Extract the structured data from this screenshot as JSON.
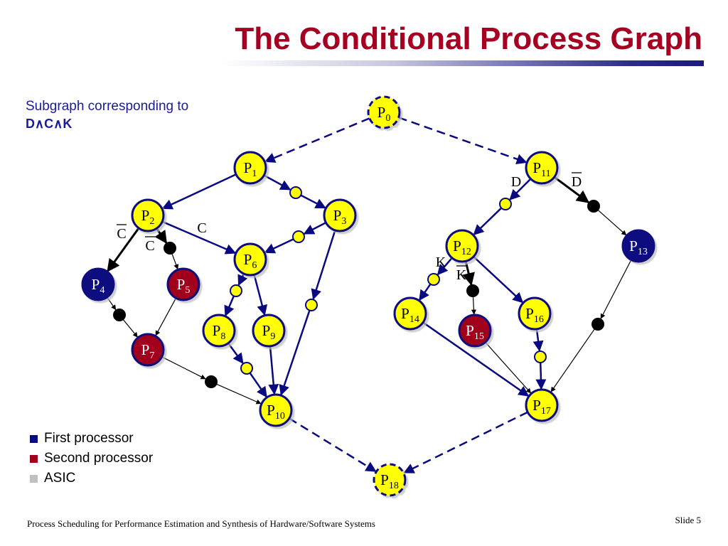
{
  "title": "The Conditional Process Graph",
  "subtitle": {
    "line1": "Subgraph corresponding to",
    "expr": "D∧C∧K"
  },
  "colors": {
    "title": "#a50021",
    "edge": "#0a0a80",
    "node_default": "#ffff00",
    "first_processor": "#0a0a80",
    "second_processor": "#a0001e",
    "asic": "#c0c0c0",
    "comm": "#000000"
  },
  "nodes": [
    {
      "id": "P0",
      "name": "P",
      "sub": "0",
      "type": "dummy"
    },
    {
      "id": "P1",
      "name": "P",
      "sub": "1",
      "type": "default"
    },
    {
      "id": "P2",
      "name": "P",
      "sub": "2",
      "type": "default"
    },
    {
      "id": "P3",
      "name": "P",
      "sub": "3",
      "type": "default"
    },
    {
      "id": "P4",
      "name": "P",
      "sub": "4",
      "type": "first"
    },
    {
      "id": "P5",
      "name": "P",
      "sub": "5",
      "type": "second"
    },
    {
      "id": "P6",
      "name": "P",
      "sub": "6",
      "type": "default"
    },
    {
      "id": "P7",
      "name": "P",
      "sub": "7",
      "type": "second"
    },
    {
      "id": "P8",
      "name": "P",
      "sub": "8",
      "type": "default"
    },
    {
      "id": "P9",
      "name": "P",
      "sub": "9",
      "type": "default"
    },
    {
      "id": "P10",
      "name": "P",
      "sub": "10",
      "type": "default"
    },
    {
      "id": "P11",
      "name": "P",
      "sub": "11",
      "type": "default"
    },
    {
      "id": "P12",
      "name": "P",
      "sub": "12",
      "type": "default"
    },
    {
      "id": "P13",
      "name": "P",
      "sub": "13",
      "type": "first"
    },
    {
      "id": "P14",
      "name": "P",
      "sub": "14",
      "type": "default"
    },
    {
      "id": "P15",
      "name": "P",
      "sub": "15",
      "type": "second"
    },
    {
      "id": "P16",
      "name": "P",
      "sub": "16",
      "type": "default"
    },
    {
      "id": "P17",
      "name": "P",
      "sub": "17",
      "type": "default"
    },
    {
      "id": "P18",
      "name": "P",
      "sub": "18",
      "type": "dummy"
    }
  ],
  "condition_labels": [
    {
      "id": "C-on-P2-P6",
      "text": "C",
      "bar": false
    },
    {
      "id": "Cbar-on-P2-P4",
      "text": "C",
      "bar": true
    },
    {
      "id": "Cbar-on-P2-P5",
      "text": "C",
      "bar": true
    },
    {
      "id": "D-on-P11-P12",
      "text": "D",
      "bar": false
    },
    {
      "id": "Dbar-on-P11-P13",
      "text": "D",
      "bar": true
    },
    {
      "id": "K-on-P12-P14",
      "text": "K",
      "bar": false
    },
    {
      "id": "Kbar-on-P12-P15",
      "text": "K",
      "bar": true
    }
  ],
  "legend": [
    {
      "label": "First processor",
      "color": "#0a0a80"
    },
    {
      "label": "Second processor",
      "color": "#a0001e"
    },
    {
      "label": "ASIC",
      "color": "#c0c0c0"
    }
  ],
  "footer": "Process Scheduling for Performance Estimation and Synthesis of Hardware/Software Systems",
  "slide_number": "Slide 5"
}
